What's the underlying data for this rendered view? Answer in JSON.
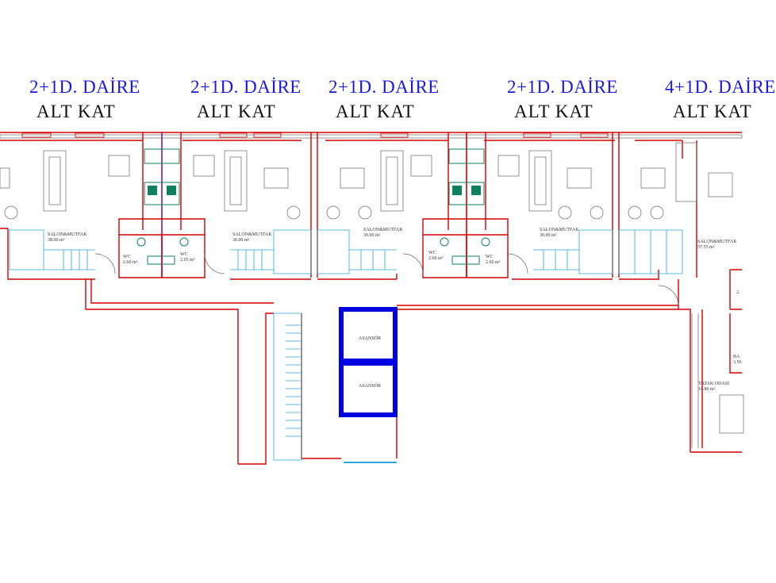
{
  "units": [
    {
      "title": "2+1D. DAİRE",
      "floor": "ALT KAT"
    },
    {
      "title": "2+1D. DAİRE",
      "floor": "ALT KAT"
    },
    {
      "title": "2+1D. DAİRE",
      "floor": "ALT KAT"
    },
    {
      "title": "2+1D. DAİRE",
      "floor": "ALT KAT"
    },
    {
      "title": "4+1D. DAİRE",
      "floor": "ALT KAT"
    }
  ],
  "rooms": {
    "salon1": {
      "name": "SALON&MUTFAK",
      "area": "38.00 m²"
    },
    "salon2": {
      "name": "SALON&MUTFAK",
      "area": "30.00 m²"
    },
    "salon3": {
      "name": "SALON&MUTFAK",
      "area": "30.00 m²"
    },
    "salon4": {
      "name": "SALON&MUTFAK",
      "area": "30.00 m²"
    },
    "salon5": {
      "name": "SALON&MUTFAK",
      "area": "37.55 m²"
    },
    "wc1": {
      "name": "WC",
      "area": "2.60 m²"
    },
    "wc2": {
      "name": "WC",
      "area": "2.65 m²"
    },
    "wc3": {
      "name": "WC",
      "area": "2.60 m²"
    },
    "wc4": {
      "name": "WC",
      "area": "2.60 m²"
    },
    "elevator1": {
      "name": "ASANSÖR"
    },
    "elevator2": {
      "name": "ASANSÖR"
    },
    "bedroom": {
      "name": "YATAK ODASI",
      "area": "14.80 m²"
    },
    "bath": {
      "name": "BA",
      "area": "3.56"
    },
    "partial": {
      "area": "2."
    }
  }
}
